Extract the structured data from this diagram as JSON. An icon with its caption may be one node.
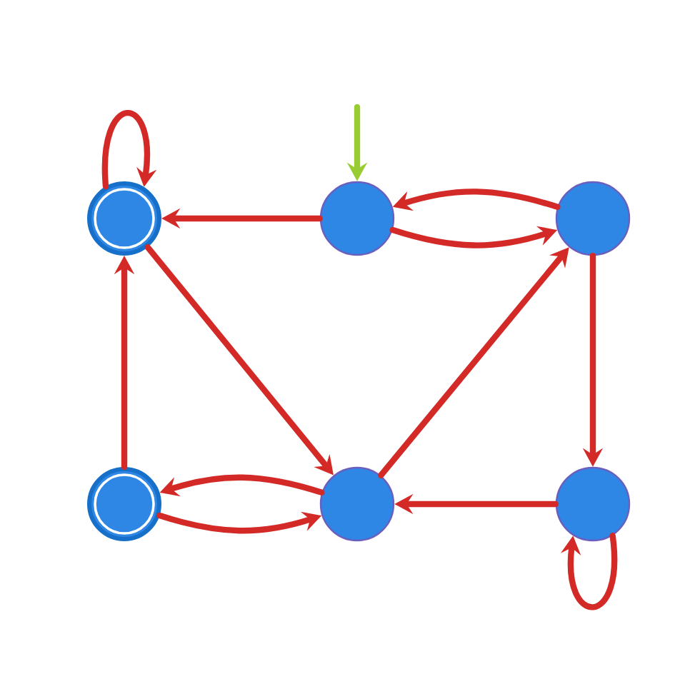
{
  "diagram": {
    "nodes": [
      {
        "text": [],
        "shape": "double-circle"
      },
      {
        "text": [],
        "shape": "circle"
      },
      {
        "text": [],
        "shape": "circle"
      },
      {
        "text": [],
        "shape": "double-circle"
      },
      {
        "text": [],
        "shape": "circle"
      },
      {
        "text": [],
        "shape": "circle"
      }
    ],
    "edges": [
      {
        "from": null,
        "to": 1,
        "arrow": "to",
        "color": "#99cc33"
      },
      {
        "from": 0,
        "to": 0,
        "arrow": "to"
      },
      {
        "from": 1,
        "to": 0,
        "arrow": "to"
      },
      {
        "from": 2,
        "to": 1,
        "arrow": "to"
      },
      {
        "from": 1,
        "to": 2,
        "arrow": "to"
      },
      {
        "from": 0,
        "to": 4,
        "arrow": "to"
      },
      {
        "from": 4,
        "to": 2,
        "arrow": "to"
      },
      {
        "from": 2,
        "to": 5,
        "arrow": "to"
      },
      {
        "from": 5,
        "to": 4,
        "arrow": "to"
      },
      {
        "from": 5,
        "to": 5,
        "arrow": "to"
      },
      {
        "from": 4,
        "to": 3,
        "arrow": "to"
      },
      {
        "from": 3,
        "to": 4,
        "arrow": "to"
      },
      {
        "from": 3,
        "to": 0,
        "arrow": "to"
      }
    ]
  }
}
